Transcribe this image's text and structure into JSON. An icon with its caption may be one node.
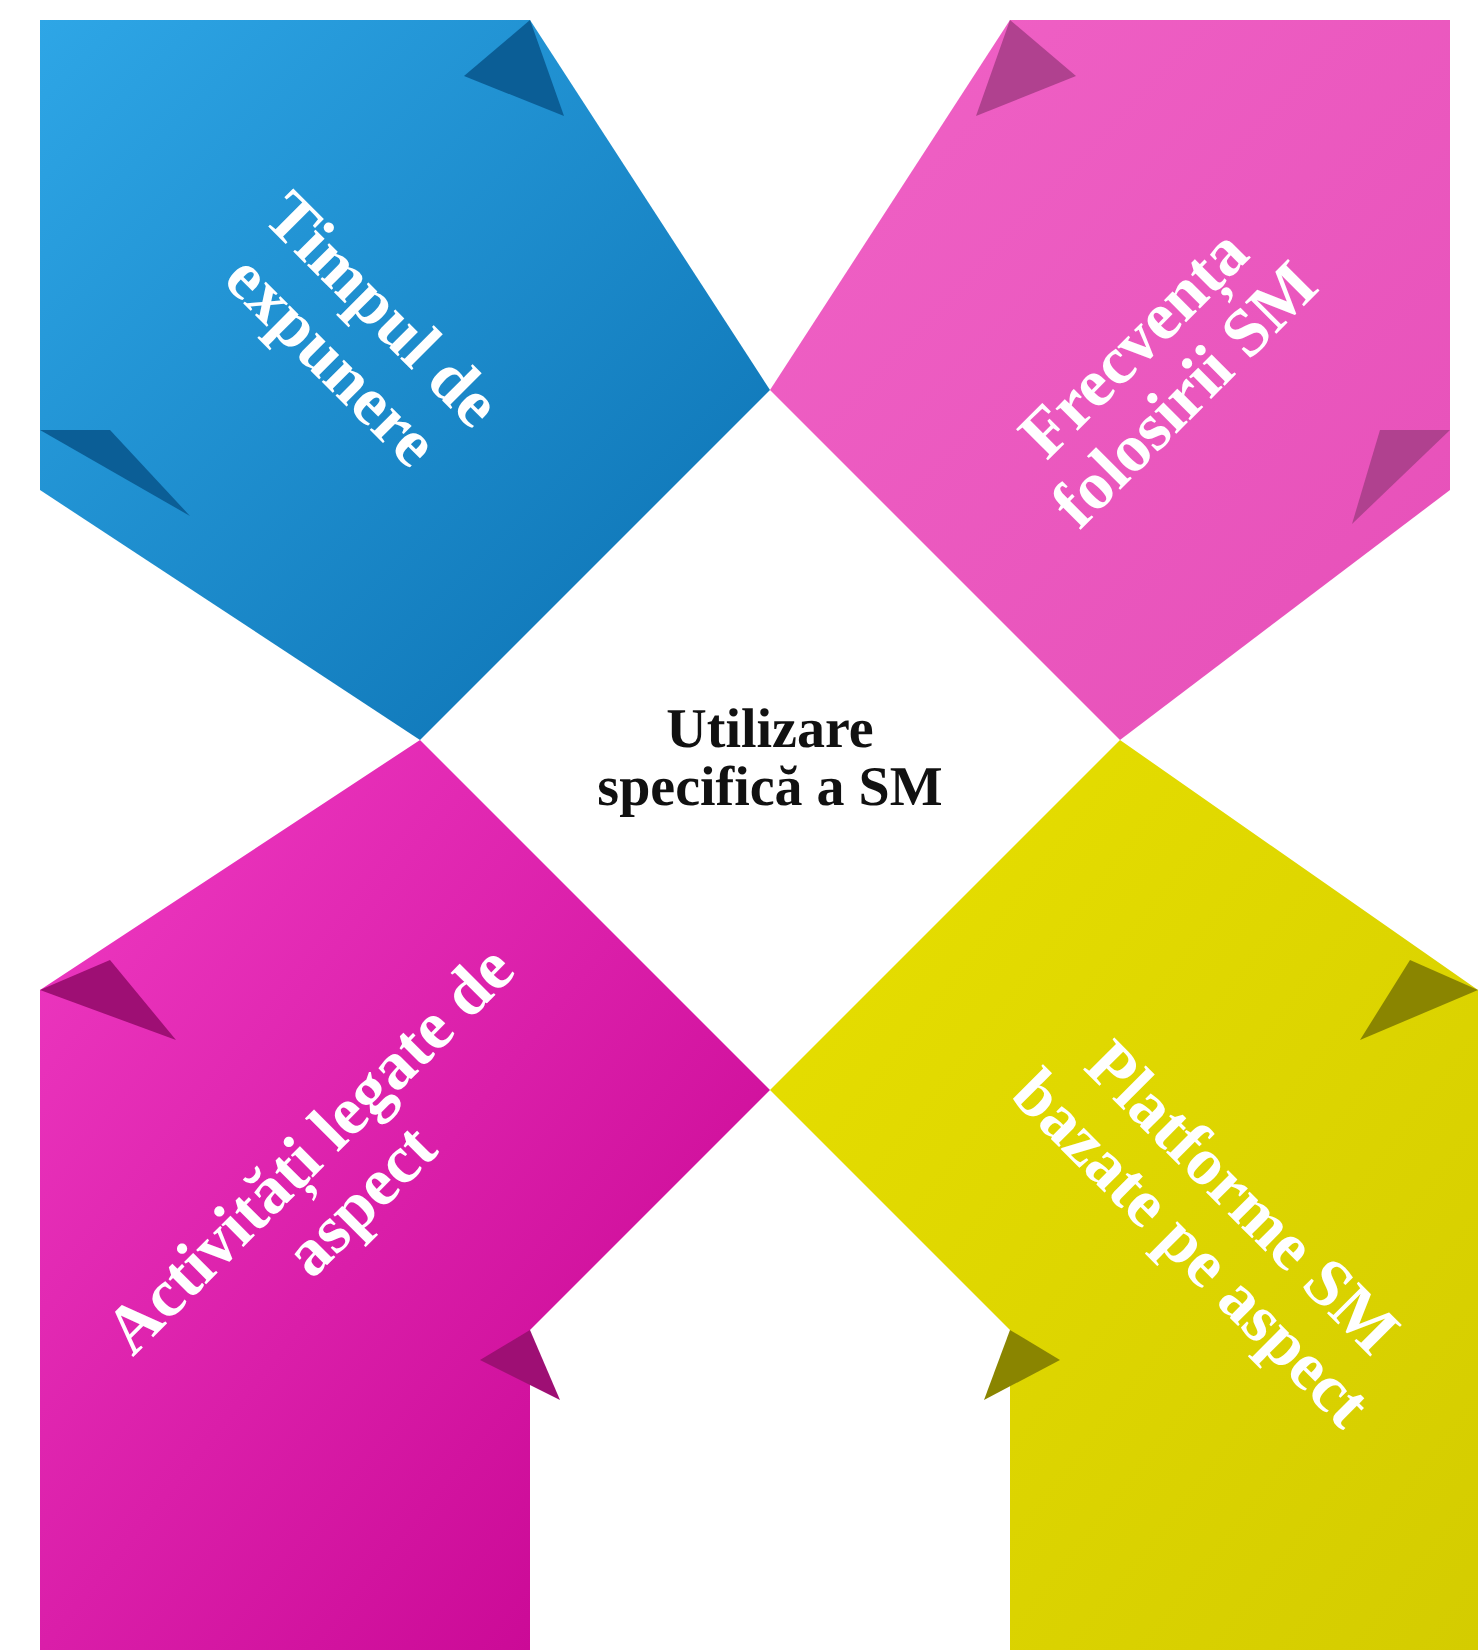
{
  "diagram": {
    "nodes": [
      {
        "text": [
          "Timpul de expunere"
        ]
      },
      {
        "text": [
          "Frecvența folosirii SM"
        ]
      },
      {
        "text": [
          "Utilizare specifică a SM"
        ]
      },
      {
        "text": [
          "Activități legate de aspect"
        ]
      },
      {
        "text": [
          "Platforme SM bazate pe aspect"
        ]
      }
    ]
  }
}
